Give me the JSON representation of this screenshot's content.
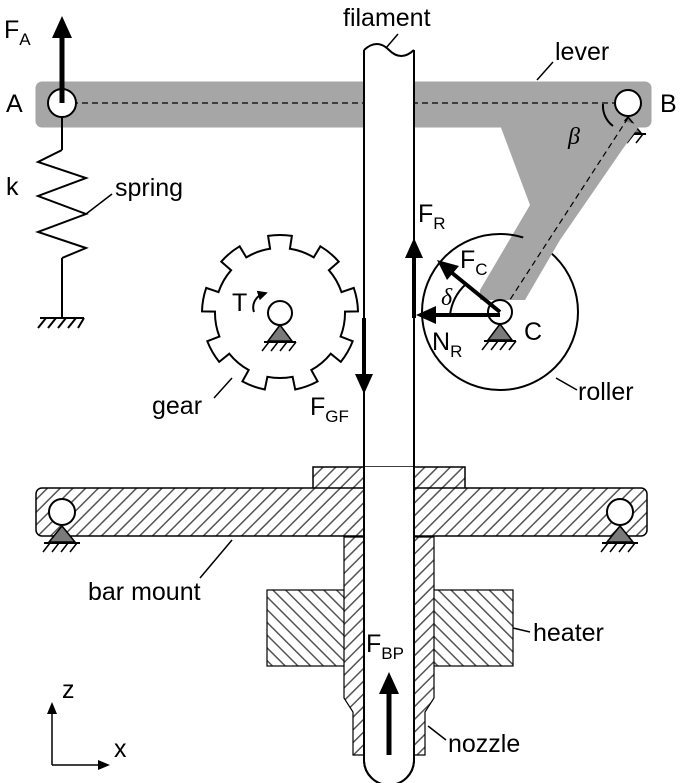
{
  "labels": {
    "filament": "filament",
    "lever": "lever",
    "spring": "spring",
    "k": "k",
    "gear": "gear",
    "roller": "roller",
    "bar_mount": "bar mount",
    "heater": "heater",
    "nozzle": "nozzle",
    "point_a": "A",
    "point_b": "B",
    "point_c": "C",
    "axis_z": "z",
    "axis_x": "x",
    "torque": "T",
    "beta": "β",
    "delta": "δ"
  },
  "forces": {
    "fa": {
      "main": "F",
      "sub": "A"
    },
    "fr": {
      "main": "F",
      "sub": "R"
    },
    "fc": {
      "main": "F",
      "sub": "C"
    },
    "nr": {
      "main": "N",
      "sub": "R"
    },
    "fgf": {
      "main": "F",
      "sub": "GF"
    },
    "fbp": {
      "main": "F",
      "sub": "BP"
    }
  },
  "colors": {
    "lever_fill": "#a6a6a6",
    "hatch_line": "#555555",
    "support_fill": "#7a7a7a",
    "stroke": "#000000"
  }
}
